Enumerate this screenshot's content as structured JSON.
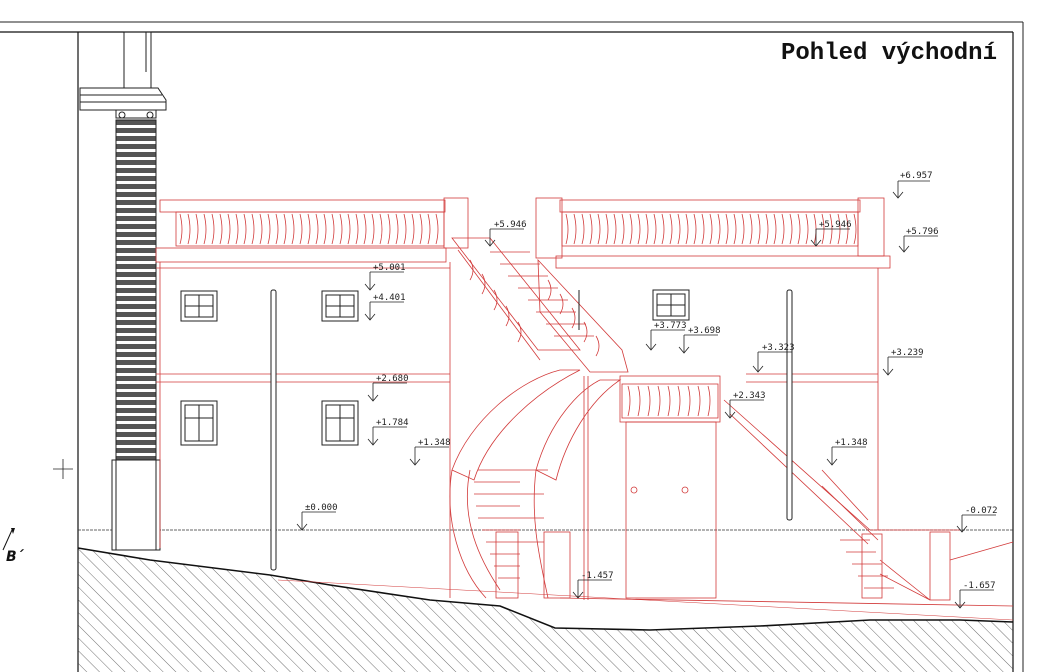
{
  "title": "Pohled východní",
  "section_marker": "B´",
  "levels": [
    {
      "id": "l6957",
      "text": "+6.957"
    },
    {
      "id": "l5946a",
      "text": "+5.946"
    },
    {
      "id": "l5946b",
      "text": "+5.946"
    },
    {
      "id": "l5796",
      "text": "+5.796"
    },
    {
      "id": "l5001",
      "text": "+5.001"
    },
    {
      "id": "l4401",
      "text": "+4.401"
    },
    {
      "id": "l3773",
      "text": "+3.773"
    },
    {
      "id": "l3698",
      "text": "+3.698"
    },
    {
      "id": "l3323",
      "text": "+3.323"
    },
    {
      "id": "l3239",
      "text": "+3.239"
    },
    {
      "id": "l2680",
      "text": "+2.680"
    },
    {
      "id": "l2343",
      "text": "+2.343"
    },
    {
      "id": "l1784",
      "text": "+1.784"
    },
    {
      "id": "l1348a",
      "text": "+1.348"
    },
    {
      "id": "l1348b",
      "text": "+1.348"
    },
    {
      "id": "l0000",
      "text": "±0.000"
    },
    {
      "id": "l0072",
      "text": "-0.072"
    },
    {
      "id": "l1457",
      "text": "-1.457"
    },
    {
      "id": "l1657",
      "text": "-1.657"
    }
  ]
}
